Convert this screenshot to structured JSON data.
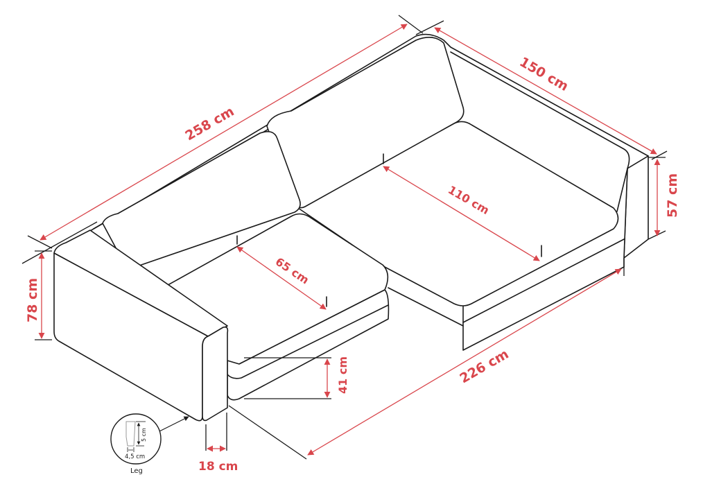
{
  "title": "Corner sofa dimensions",
  "accent_color": "#d9464c",
  "dimensions": {
    "total_length": "258 cm",
    "chaise_depth": "150 cm",
    "chaise_height": "57 cm",
    "chaise_seat": "110 cm",
    "seat_depth": "65 cm",
    "back_height": "78 cm",
    "seat_height": "41 cm",
    "front_length": "226 cm",
    "arm_width": "18 cm"
  },
  "leg": {
    "label": "Leg",
    "height": "5 cm",
    "width": "4,5 cm"
  }
}
